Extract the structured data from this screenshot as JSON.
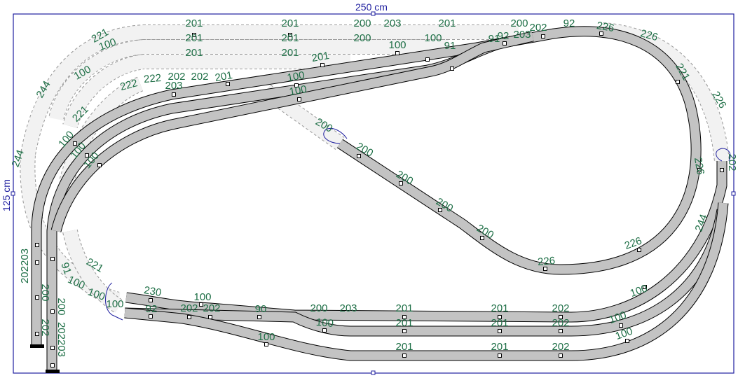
{
  "plan": {
    "width_label": "250 cm",
    "height_label": "125 cm",
    "colors": {
      "border": "#1f1f9f",
      "track": "#c3c3c3",
      "label": "#1d6e45",
      "ghost": "#f2f2f2"
    }
  },
  "labels": [
    "201",
    "201",
    "200",
    "203",
    "201",
    "200",
    "92",
    "201",
    "201",
    "200",
    "100",
    "91",
    "201",
    "201",
    "201",
    "100",
    "221",
    "100",
    "100",
    "244",
    "222",
    "222",
    "202",
    "202",
    "203",
    "201",
    "100",
    "100",
    "200",
    "200",
    "200",
    "200",
    "200",
    "226",
    "226",
    "100",
    "100",
    "100",
    "221",
    "100",
    "100",
    "100",
    "244",
    "202203",
    "91",
    "221",
    "100",
    "100",
    "100",
    "230",
    "92",
    "100",
    "202",
    "202",
    "90",
    "200",
    "203",
    "201",
    "201",
    "202",
    "100",
    "201",
    "201",
    "202",
    "100",
    "201",
    "201",
    "202",
    "200",
    "200",
    "202",
    "202203",
    "226",
    "226",
    "221",
    "226",
    "226",
    "202",
    "244",
    "92",
    "202",
    "203",
    "91"
  ]
}
